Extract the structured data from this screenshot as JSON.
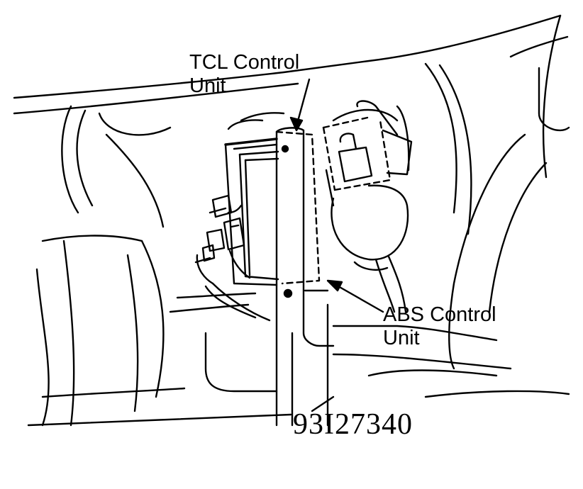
{
  "labels": {
    "tcl": {
      "line1": "TCL Control",
      "line2": "Unit"
    },
    "abs": {
      "line1": "ABS Control",
      "line2": "Unit"
    }
  },
  "figure_id": "93I27340",
  "colors": {
    "ink": "#000000",
    "paper": "#ffffff"
  }
}
